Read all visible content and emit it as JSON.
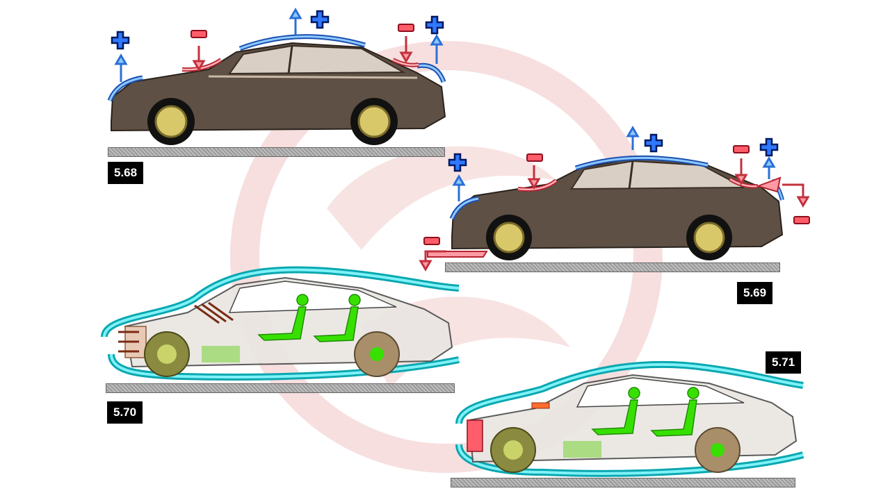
{
  "figures": [
    {
      "id": "f568",
      "label": "5.68"
    },
    {
      "id": "f569",
      "label": "5.69"
    },
    {
      "id": "f570",
      "label": "5.70"
    },
    {
      "id": "f571",
      "label": "5.71"
    }
  ],
  "colors": {
    "pressure_positive": "#4aa3ff",
    "pressure_negative": "#ff8a95",
    "airflow": "#1fd7e0",
    "occupant": "#37e000",
    "car_body": "#6b5a4a",
    "watermark": "#e08a8a"
  },
  "icons": [
    "plus-sign-icon",
    "minus-sign-icon",
    "up-arrow-icon",
    "down-arrow-icon",
    "wheel-icon",
    "occupant-icon"
  ]
}
